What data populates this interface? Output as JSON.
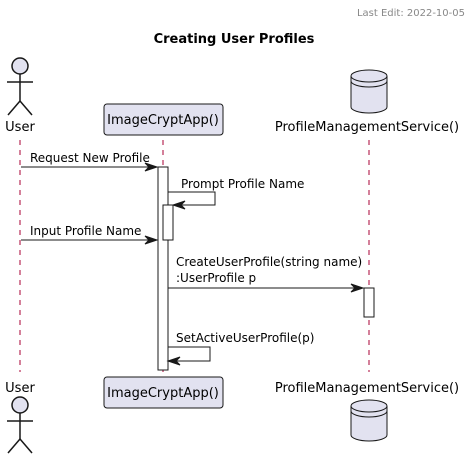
{
  "diagram": {
    "last_edit": "Last Edit: 2022-10-05",
    "title": "Creating User Profiles",
    "participants": {
      "user": {
        "label": "User",
        "icon": "actor-stick-figure"
      },
      "app": {
        "label": "ImageCryptApp()",
        "icon": "participant-box"
      },
      "service": {
        "label": "ProfileManagementService()",
        "icon": "database-cylinder"
      }
    },
    "messages": [
      {
        "from": "User",
        "to": "ImageCryptApp()",
        "lines": [
          "Request New Profile"
        ]
      },
      {
        "from": "ImageCryptApp()",
        "to": "ImageCryptApp()",
        "lines": [
          "Prompt Profile Name"
        ]
      },
      {
        "from": "User",
        "to": "ImageCryptApp()",
        "lines": [
          "Input Profile Name"
        ]
      },
      {
        "from": "ImageCryptApp()",
        "to": "ProfileManagementService()",
        "lines": [
          "CreateUserProfile(string name)",
          ":UserProfile p"
        ]
      },
      {
        "from": "ImageCryptApp()",
        "to": "ImageCryptApp()",
        "lines": [
          "SetActiveUserProfile(p)"
        ]
      }
    ],
    "colors": {
      "participant_fill": "#e2e2f0",
      "lifeline": "#a80036",
      "border": "#181818"
    }
  }
}
